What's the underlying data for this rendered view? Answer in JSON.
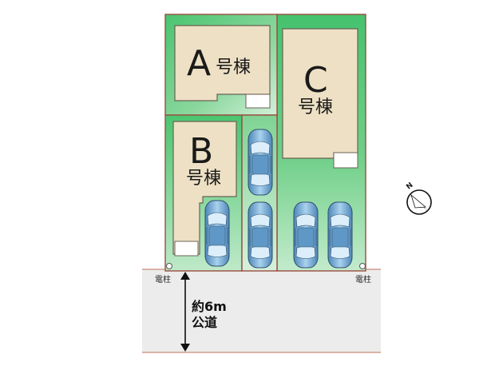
{
  "lots": [
    {
      "id": "A",
      "letter": "A",
      "suffix": "号棟"
    },
    {
      "id": "B",
      "letter": "B",
      "suffix": "号棟"
    },
    {
      "id": "C",
      "letter": "C",
      "suffix": "号棟"
    }
  ],
  "utility_pole_label": "電柱",
  "road": {
    "width_label": "約6m",
    "type_label": "公道"
  },
  "compass": {
    "north_label": "N"
  },
  "colors": {
    "lot_green": "#3fbf6a",
    "lot_green_light": "#c9ecd0",
    "house_fill": "#ede0c4",
    "boundary": "#9a4e40",
    "road_fill": "#ececec",
    "road_edge": "#c98a7a",
    "car_body": "#7fb3d9"
  },
  "icons": [
    "compass-icon",
    "car-icon",
    "utility-pole-icon",
    "dimension-arrow-icon"
  ]
}
